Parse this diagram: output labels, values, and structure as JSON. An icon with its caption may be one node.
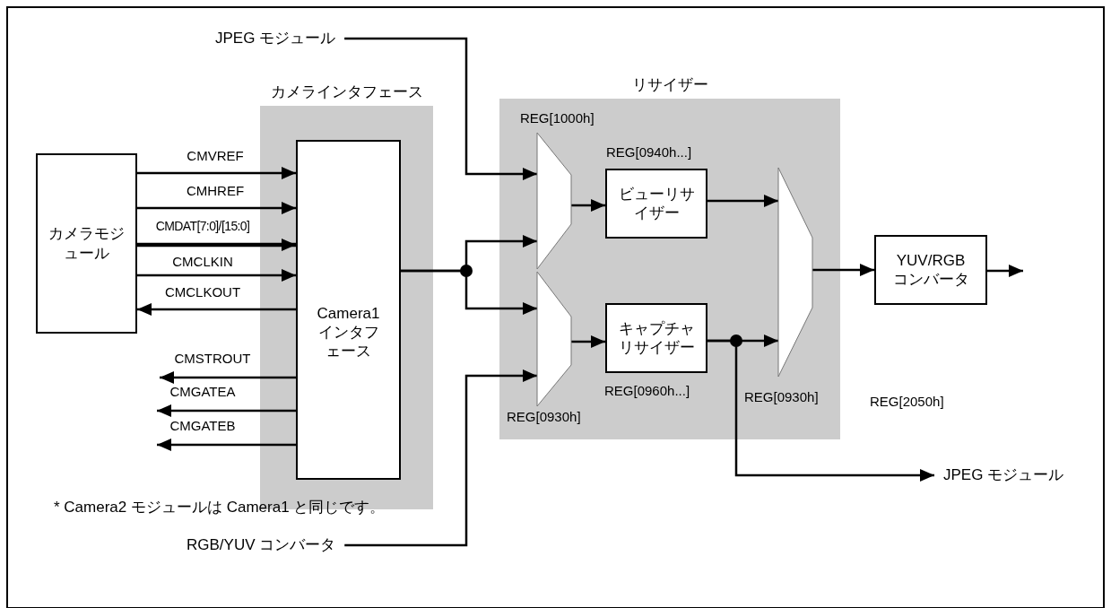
{
  "diagram": {
    "nodes": [
      {
        "text": [
          "カメラインタフェース"
        ]
      },
      {
        "text": [
          "Camera1 インタフェース"
        ],
        "in": 0
      },
      {
        "text": [
          "カメラモジュール"
        ]
      },
      {
        "text": [
          "リサイザー"
        ]
      },
      {
        "text": [],
        "shape": "trapezoid",
        "in": 3,
        "beside": [
          "REG[1000h]"
        ]
      },
      {
        "text": [],
        "shape": "trapezoid",
        "in": 3,
        "beside": [
          "REG[0930h]"
        ]
      },
      {
        "text": [
          "ビューリサイザー"
        ],
        "in": 3,
        "beside": [
          "REG[0940h...]"
        ]
      },
      {
        "text": [
          "キャプチャリサイザー"
        ],
        "in": 3,
        "beside": [
          "REG[0960h...]"
        ]
      },
      {
        "text": [],
        "shape": "trapezoid",
        "in": 3,
        "beside": [
          "REG[0930h]"
        ]
      },
      {
        "text": [
          "YUV/RGB コンバータ"
        ]
      },
      {
        "text": [
          "JPEG モジュール"
        ]
      },
      {
        "text": [
          "RGB/YUV コンバータ"
        ]
      },
      {
        "text": [
          "JPEG モジュール"
        ]
      }
    ],
    "edges": [
      {
        "from": 2,
        "to": 1,
        "arrow": "to",
        "label": "CMVREF"
      },
      {
        "from": 2,
        "to": 1,
        "arrow": "to",
        "label": "CMHREF"
      },
      {
        "from": 2,
        "to": 1,
        "arrow": "to",
        "label": "CMDAT[7:0]/[15:0]",
        "style": "thick"
      },
      {
        "from": 2,
        "to": 1,
        "arrow": "to",
        "label": "CMCLKIN"
      },
      {
        "from": 1,
        "to": 2,
        "arrow": "to",
        "label": "CMCLKOUT"
      },
      {
        "from": 1,
        "to": null,
        "arrow": "to",
        "label": "CMSTROUT"
      },
      {
        "from": 1,
        "to": null,
        "arrow": "to",
        "label": "CMGATEA"
      },
      {
        "from": 1,
        "to": null,
        "arrow": "to",
        "label": "CMGATEB"
      },
      {
        "from": 10,
        "to": 4,
        "arrow": "to"
      },
      {
        "from": 1,
        "to": 4,
        "arrow": "to"
      },
      {
        "from": 1,
        "to": 5,
        "arrow": "to"
      },
      {
        "from": 11,
        "to": 5,
        "arrow": "to"
      },
      {
        "from": 4,
        "to": 6,
        "arrow": "to"
      },
      {
        "from": 5,
        "to": 7,
        "arrow": "to"
      },
      {
        "from": 6,
        "to": 8,
        "arrow": "to"
      },
      {
        "from": 7,
        "to": 8,
        "arrow": "to"
      },
      {
        "from": 7,
        "to": 12,
        "arrow": "to"
      },
      {
        "from": 8,
        "to": 9,
        "arrow": "to"
      },
      {
        "from": 9,
        "to": null,
        "arrow": "to"
      }
    ],
    "labels": [
      "REG[2050h]",
      "* Camera2 モジュールは Camera1 と同じです。"
    ]
  }
}
